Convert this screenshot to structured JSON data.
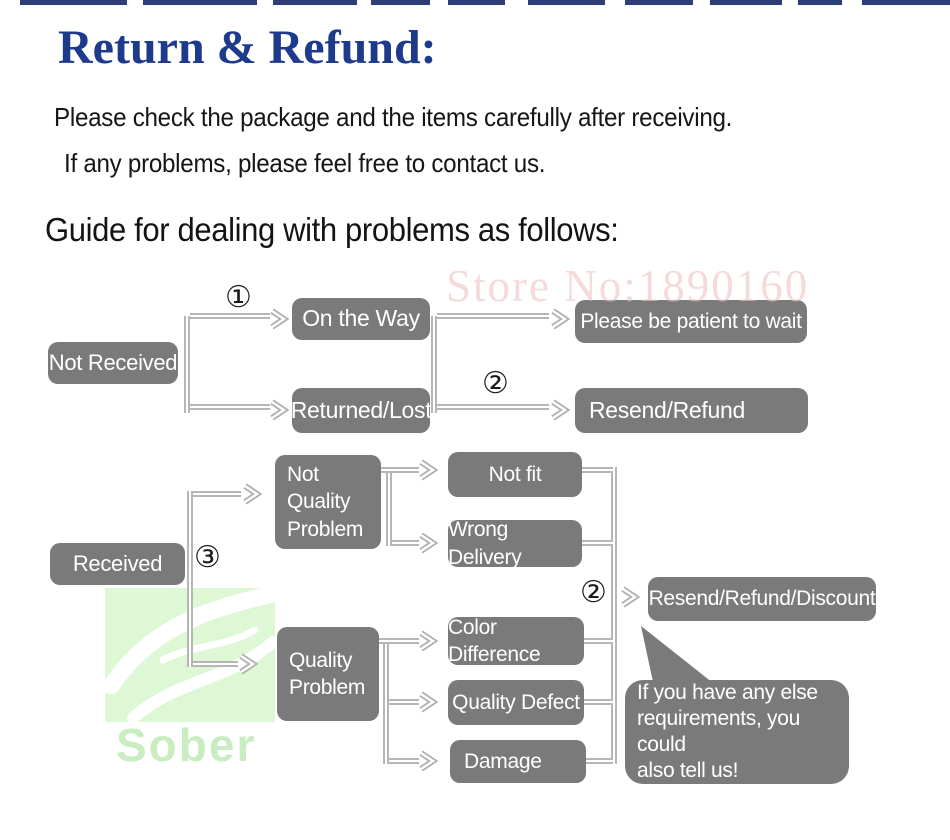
{
  "header": {
    "title": "Return & Refund:"
  },
  "intro": {
    "line1": "Please check the package and the items carefully after receiving.",
    "line2": "If any problems, please feel free to contact us."
  },
  "guide_heading": "Guide for dealing with problems as follows:",
  "watermarks": {
    "store_no": "Store No:1890160",
    "brand": "Sober"
  },
  "flowchart": {
    "steps": {
      "one": "①",
      "two": "②",
      "three": "③"
    },
    "nodes": {
      "not_received": "Not Received",
      "on_the_way": "On the Way",
      "returned_lost": "Returned/Lost",
      "be_patient": "Please be patient to wait",
      "resend_refund": "Resend/Refund",
      "received": "Received",
      "not_quality_problem": "Not\nQuality\nProblem",
      "quality_problem": "Quality\nProblem",
      "not_fit": "Not fit",
      "wrong_delivery": "Wrong Delivery",
      "color_difference": "Color Difference",
      "quality_defect": "Quality Defect",
      "damage": "Damage",
      "resend_refund_discount": "Resend/Refund/Discount",
      "bubble_note": "If you have any else\nrequirements, you could\nalso tell us!"
    }
  },
  "colors": {
    "title_navy": "#1e3a8c",
    "node_gray": "#7a7a7a",
    "connector_gray": "#b6b6b6",
    "watermark_pink": "#eec6c6",
    "watermark_green_box": "#def7d5",
    "brand_green_text": "#c9edc0"
  }
}
